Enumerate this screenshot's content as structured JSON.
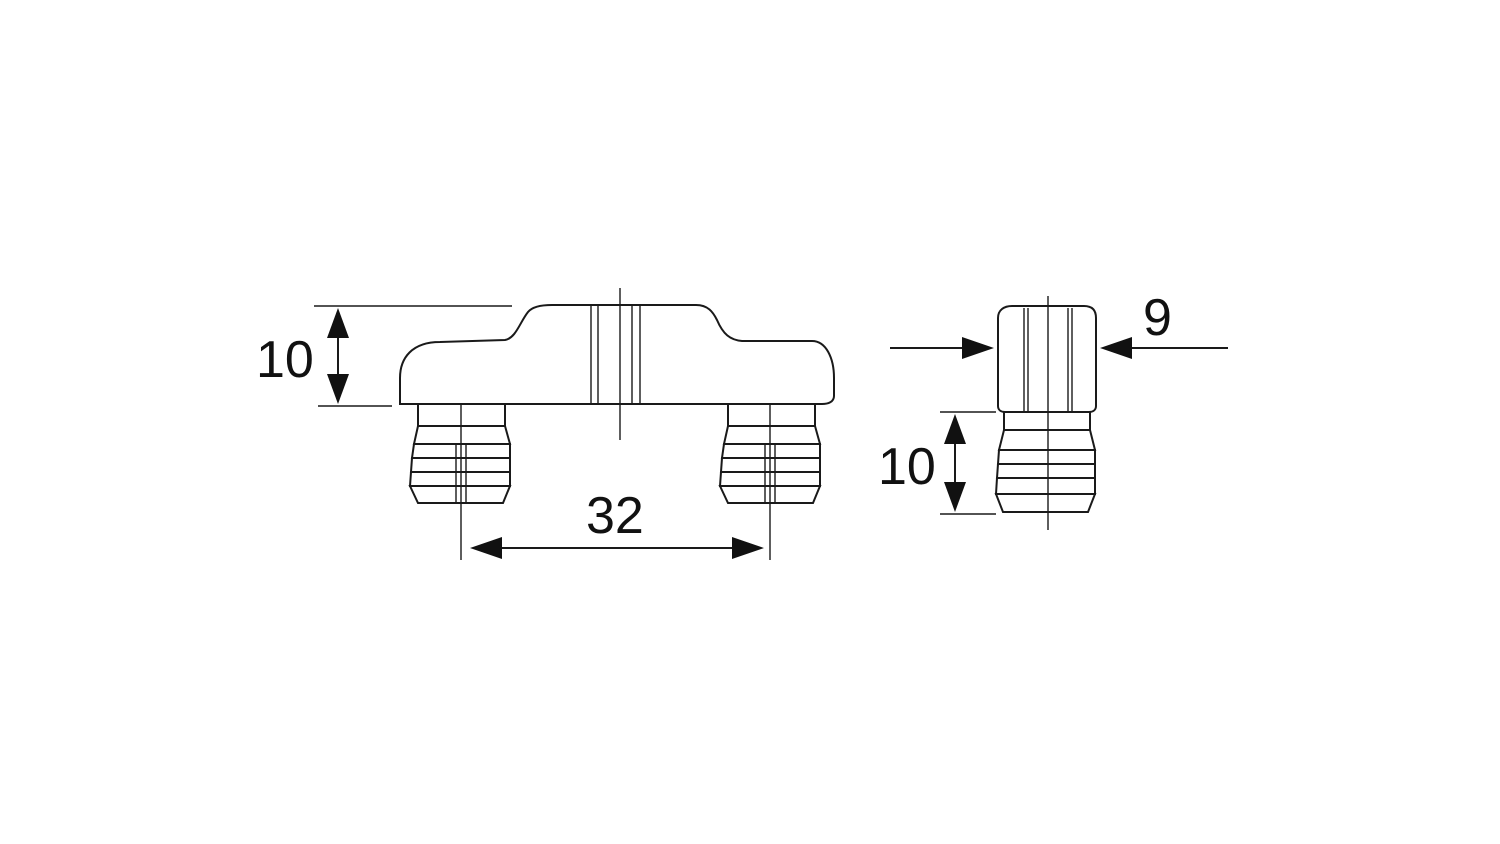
{
  "drawing": {
    "colors": {
      "line": "#1a1a1a",
      "background": "#ffffff"
    },
    "dimensions": {
      "front_height": "10",
      "pin_spacing": "32",
      "side_width": "9",
      "side_pin_height": "10"
    }
  }
}
